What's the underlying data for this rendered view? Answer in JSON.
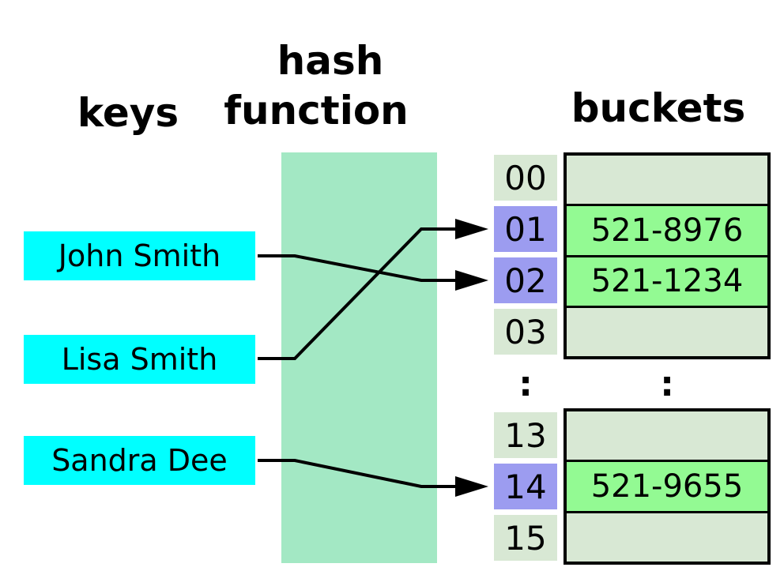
{
  "headers": {
    "keys": "keys",
    "hash_function_line1": "hash",
    "hash_function_line2": "function",
    "buckets": "buckets"
  },
  "keys": [
    {
      "label": "John Smith",
      "target_index": "02"
    },
    {
      "label": "Lisa Smith",
      "target_index": "01"
    },
    {
      "label": "Sandra Dee",
      "target_index": "14"
    }
  ],
  "hash_table": {
    "ellipsis": ":",
    "block1": [
      {
        "index": "00",
        "value": "",
        "highlighted": false
      },
      {
        "index": "01",
        "value": "521-8976",
        "highlighted": true
      },
      {
        "index": "02",
        "value": "521-1234",
        "highlighted": true
      },
      {
        "index": "03",
        "value": "",
        "highlighted": false
      }
    ],
    "block2": [
      {
        "index": "13",
        "value": "",
        "highlighted": false
      },
      {
        "index": "14",
        "value": "521-9655",
        "highlighted": true
      },
      {
        "index": "15",
        "value": "",
        "highlighted": false
      }
    ]
  },
  "colors": {
    "key_box": "#00ffff",
    "hash_box": "#a3e8c4",
    "index_highlight": "#9c9cf0",
    "cell_empty": "#d8e8d4",
    "bucket_filled": "#93fa93",
    "arrow": "#000000"
  }
}
